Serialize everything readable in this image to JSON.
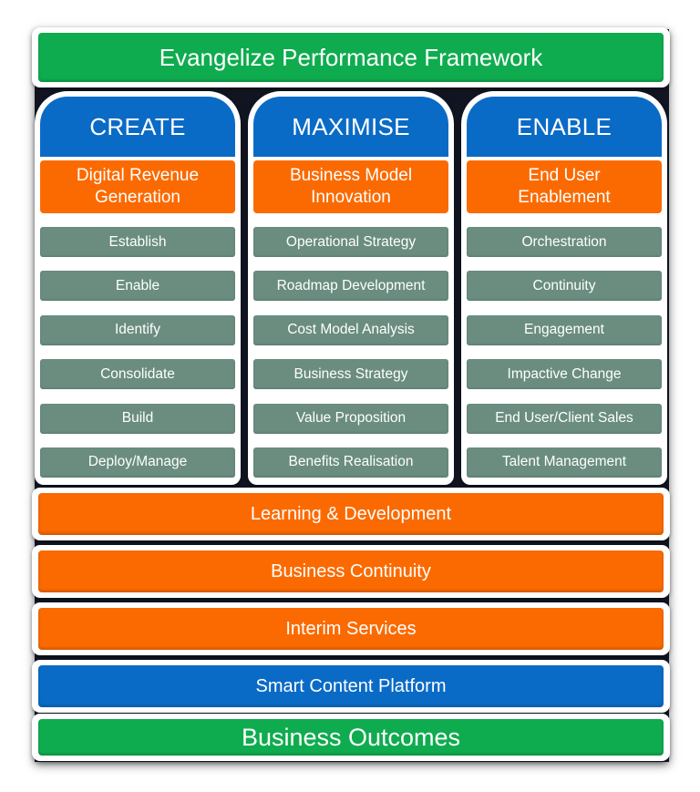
{
  "title": "Evangelize Performance Framework",
  "columns": [
    {
      "heading": "CREATE",
      "subheading": "Digital Revenue\nGeneration",
      "items": [
        "Establish",
        "Enable",
        "Identify",
        "Consolidate",
        "Build",
        "Deploy/Manage"
      ]
    },
    {
      "heading": "MAXIMISE",
      "subheading": "Business Model\nInnovation",
      "items": [
        "Operational Strategy",
        "Roadmap Development",
        "Cost Model Analysis",
        "Business Strategy",
        "Value Proposition",
        "Benefits Realisation"
      ]
    },
    {
      "heading": "ENABLE",
      "subheading": "End User\nEnablement",
      "items": [
        "Orchestration",
        "Continuity",
        "Engagement",
        "Impactive Change",
        "End User/Client Sales",
        "Talent Management"
      ]
    }
  ],
  "layers": [
    "Learning & Development",
    "Business Continuity",
    "Interim Services",
    "Smart Content Platform"
  ],
  "outcome": "Business Outcomes",
  "colors": {
    "green": "#0fac4f",
    "orange": "#fb6a00",
    "blue": "#0a6bc6",
    "gray": "#6a8d80"
  }
}
